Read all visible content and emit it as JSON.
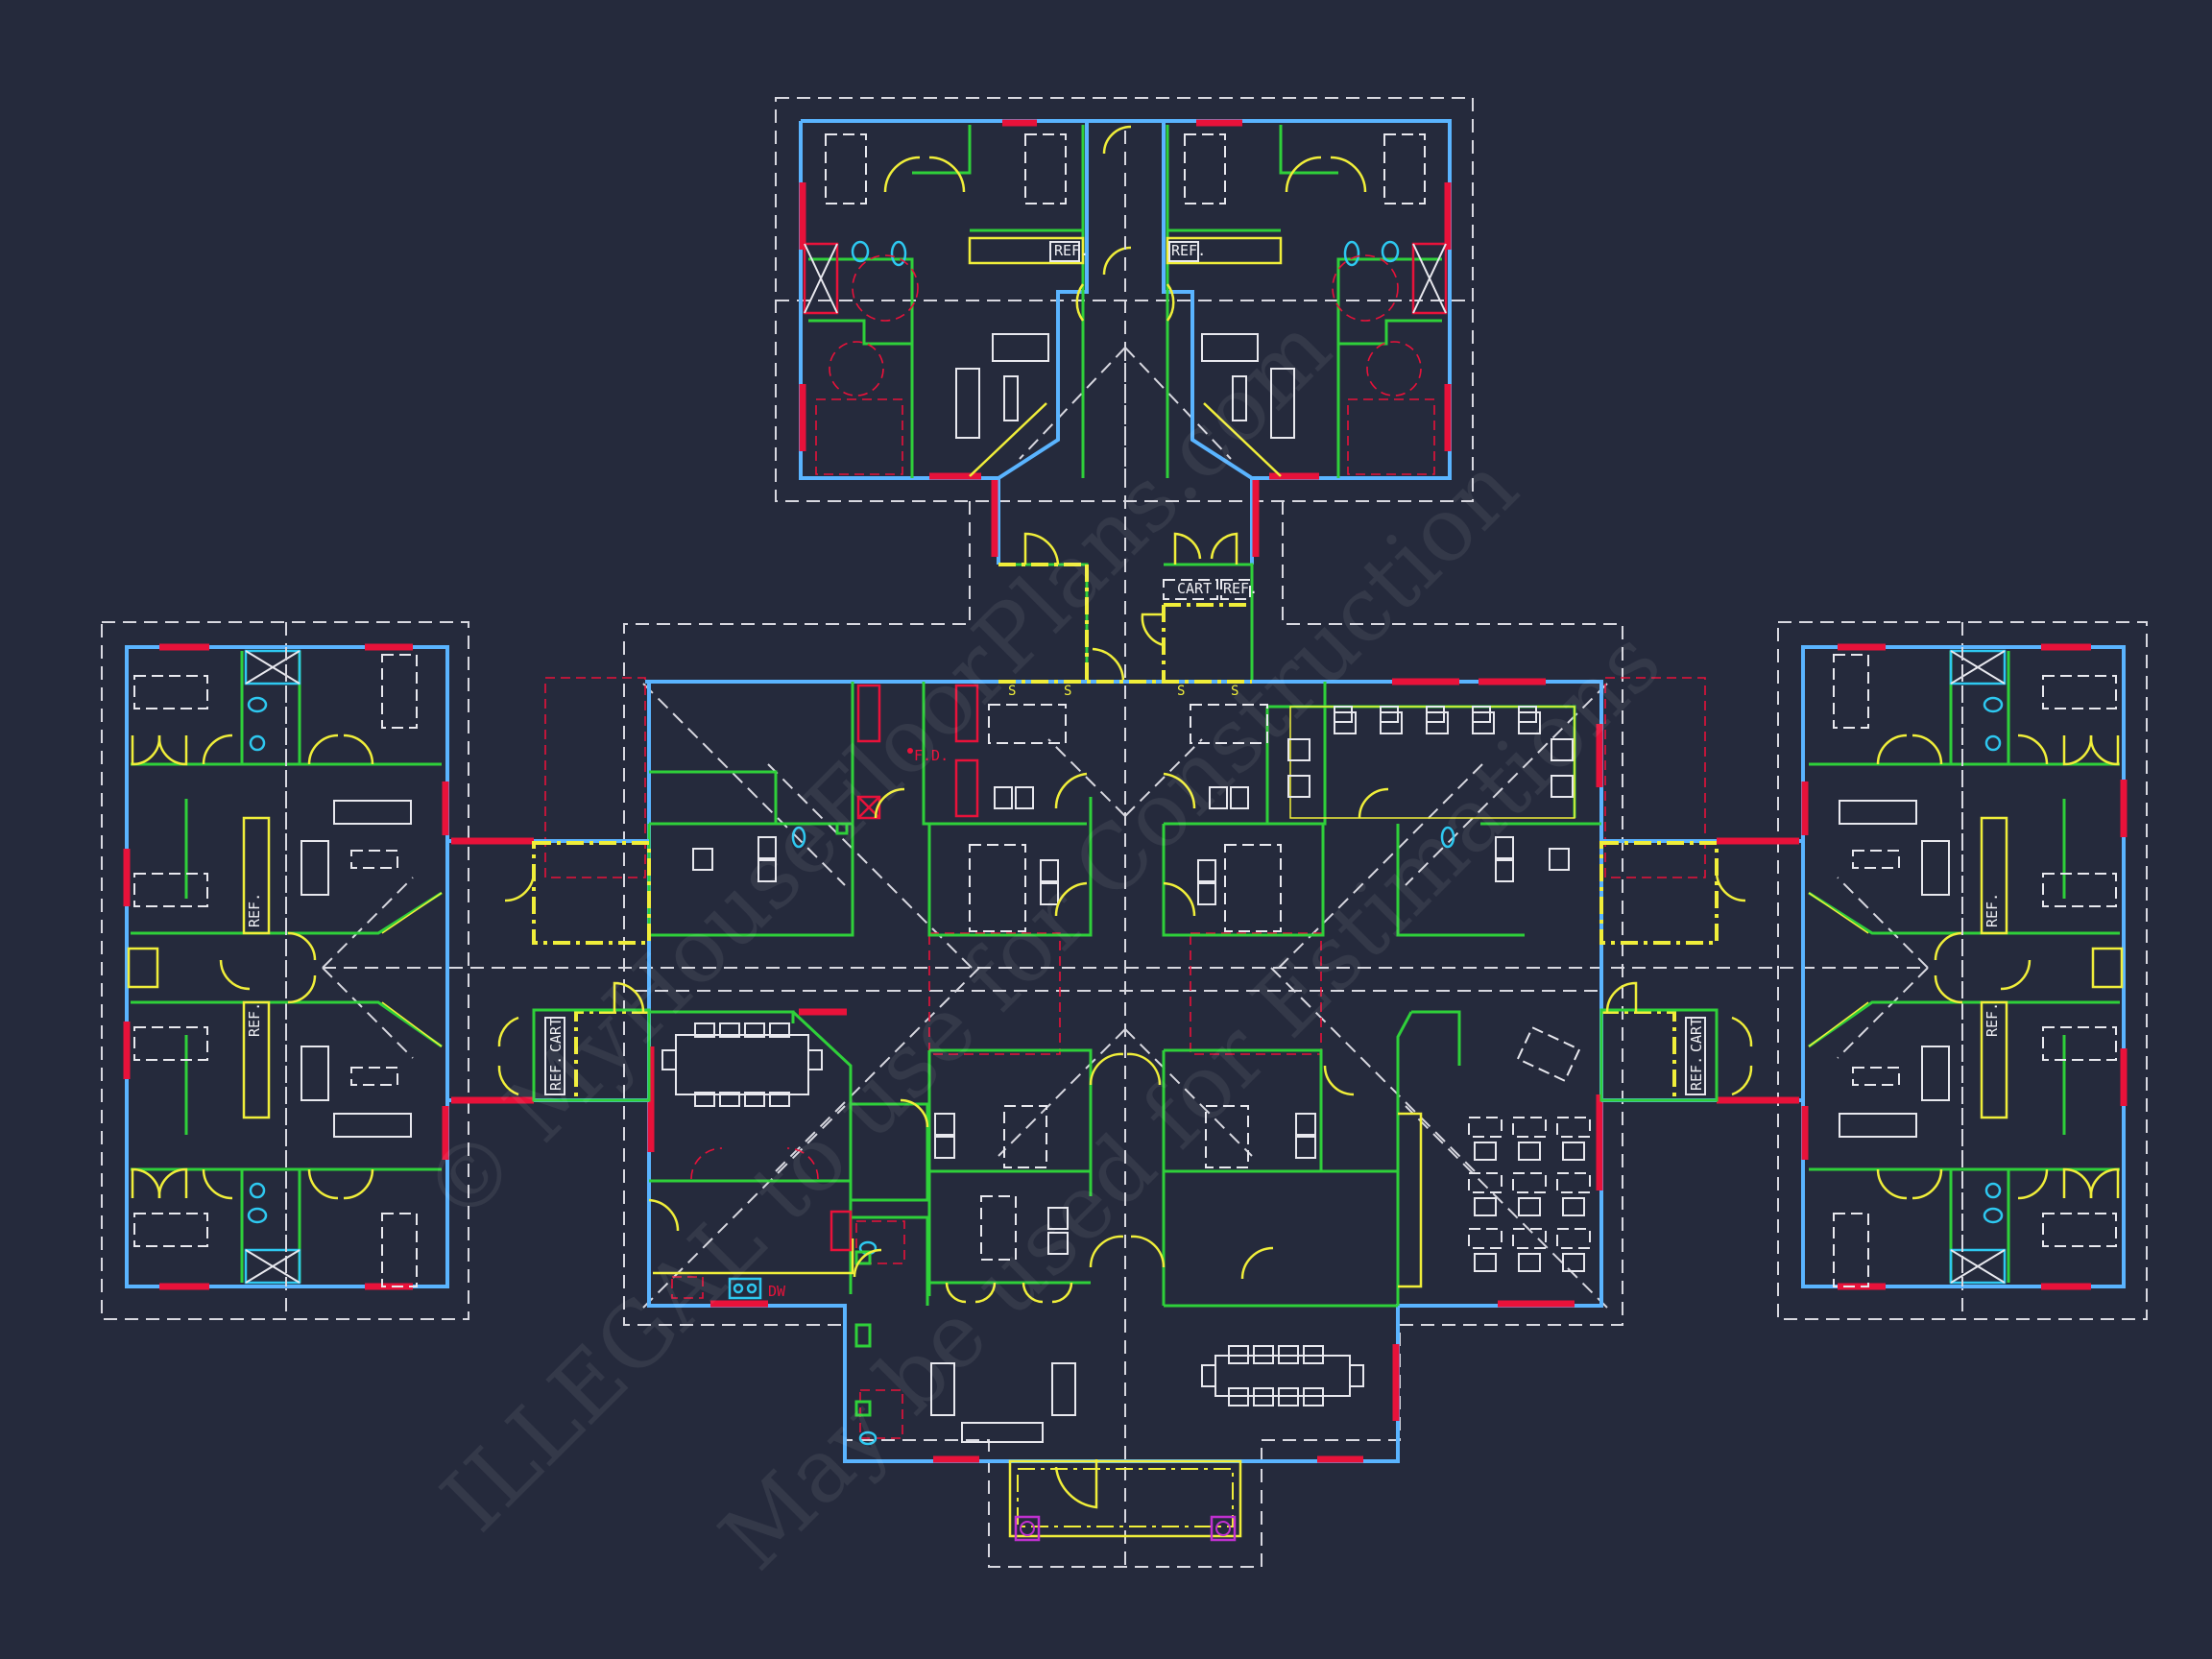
{
  "drawing": {
    "type": "architectural-floor-plan",
    "background_color": "#252a3c",
    "layer_colors": {
      "exterior_wall": "#5ab4ff",
      "interior_wall": "#2fd03a",
      "window": "#e8123a",
      "door": "#f0ee3a",
      "furniture": "#e8e8ee",
      "plumbing_fixture": "#2ec8f0",
      "roof_outline": "#d8d8e0",
      "column": "#c030d0"
    }
  },
  "labels": {
    "ref": "REF.",
    "cart": "CART",
    "floor_drain": "F.D.",
    "dishwasher": "DW",
    "stair_marker": "S"
  },
  "wings": [
    {
      "id": "north-wing",
      "label_top_left_ref": "REF.",
      "label_top_right_ref": "REF."
    },
    {
      "id": "west-wing",
      "label_upper_ref": "REF.",
      "label_lower_ref": "REF."
    },
    {
      "id": "east-wing",
      "label_upper_ref": "REF.",
      "label_lower_ref": "REF."
    }
  ],
  "service_rooms": [
    {
      "id": "north-service",
      "labels": [
        "CART",
        "REF."
      ]
    },
    {
      "id": "west-service",
      "labels": [
        "REF.",
        "CART"
      ]
    },
    {
      "id": "east-service",
      "labels": [
        "REF.",
        "CART"
      ]
    }
  ],
  "watermark": {
    "line1": "© MyHouseFloorPlans.com",
    "line2": "ILLEGAL to use for Construction",
    "line3": "May be used for Estimations"
  }
}
